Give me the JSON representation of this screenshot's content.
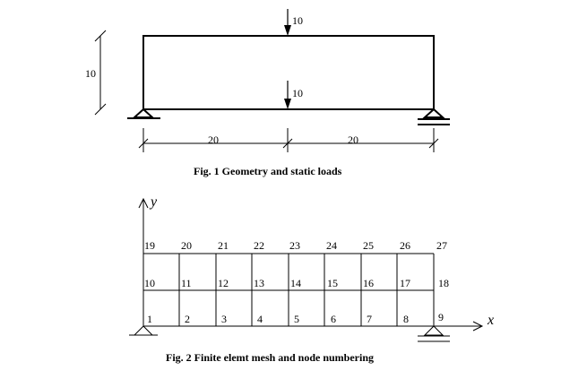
{
  "figure1": {
    "caption": "Fig. 1  Geometry and static loads",
    "load_top": "10",
    "load_bottom": "10",
    "height_label": "10",
    "span_left": "20",
    "span_right": "20"
  },
  "figure2": {
    "caption": "Fig. 2  Finite elemt mesh and node numbering",
    "axis_y": "y",
    "axis_x": "x",
    "nodes": {
      "n1": "1",
      "n2": "2",
      "n3": "3",
      "n4": "4",
      "n5": "5",
      "n6": "6",
      "n7": "7",
      "n8": "8",
      "n9": "9",
      "n10": "10",
      "n11": "11",
      "n12": "12",
      "n13": "13",
      "n14": "14",
      "n15": "15",
      "n16": "16",
      "n17": "17",
      "n18": "18",
      "n19": "19",
      "n20": "20",
      "n21": "21",
      "n22": "22",
      "n23": "23",
      "n24": "24",
      "n25": "25",
      "n26": "26",
      "n27": "27"
    }
  }
}
